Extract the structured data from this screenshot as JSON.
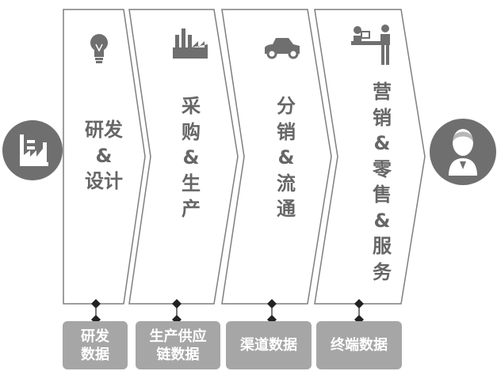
{
  "stages": [
    {
      "icon": "lightbulb-icon",
      "lines": [
        "研发",
        "&",
        "设计"
      ],
      "data_lines": [
        "研发",
        "数据"
      ]
    },
    {
      "icon": "factory-icon",
      "lines": [
        "采",
        "购",
        "&",
        "生",
        "产"
      ],
      "data_lines": [
        "生产供应",
        "链数据"
      ]
    },
    {
      "icon": "car-icon",
      "lines": [
        "分",
        "销",
        "&",
        "流",
        "通"
      ],
      "data_lines": [
        "渠道数据"
      ]
    },
    {
      "icon": "retail-people-icon",
      "lines": [
        "营",
        "销",
        "&",
        "零",
        "售",
        "&",
        "服",
        "务"
      ],
      "data_lines": [
        "终端数据"
      ]
    }
  ],
  "start_node": {
    "icon": "factory-circle-icon"
  },
  "end_node": {
    "icon": "customer-avatar-icon"
  },
  "colors": {
    "grey": "#6f6f6f",
    "light_grey": "#a6a6a6",
    "text": "#666666",
    "outline": "#7f7f7f"
  }
}
